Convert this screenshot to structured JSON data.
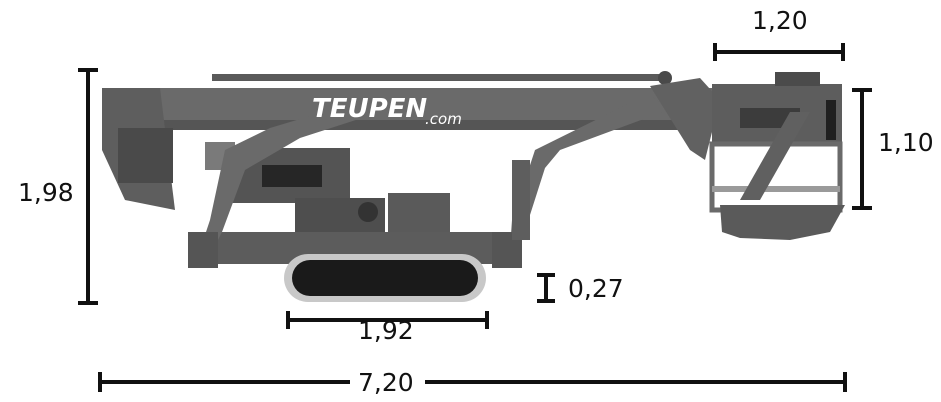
{
  "dimensions": {
    "overall_length": "7,20",
    "overall_height": "1,98",
    "track_length": "1,92",
    "ground_clearance": "0,27",
    "platform_width": "1,20",
    "platform_height": "1,10"
  },
  "branding": {
    "logo": "TEUPEN",
    "domain": ".com"
  },
  "colors": {
    "machine_body": "#6a6a6a",
    "machine_dark": "#3e3e3e",
    "track": "#1a1a1a",
    "dimension_line": "#111111"
  }
}
